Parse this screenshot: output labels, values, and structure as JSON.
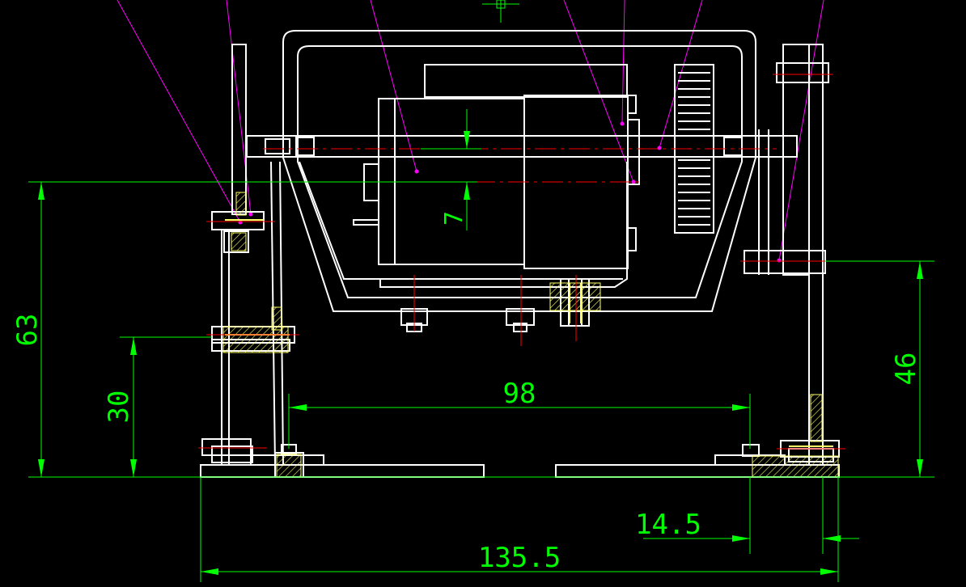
{
  "dimensions": {
    "overall_height": "63",
    "lower_pivot_height": "30",
    "upper_pivot_height": "46",
    "base_span": "98",
    "offset": "14.5",
    "overall_width": "135.5",
    "motor_offset": "7"
  },
  "colors": {
    "background": "#000000",
    "outline": "#ffffff",
    "dimension": "#00ff00",
    "centerline": "#ff0000",
    "leader": "#ff00ff",
    "hatch": "#ffff66"
  }
}
